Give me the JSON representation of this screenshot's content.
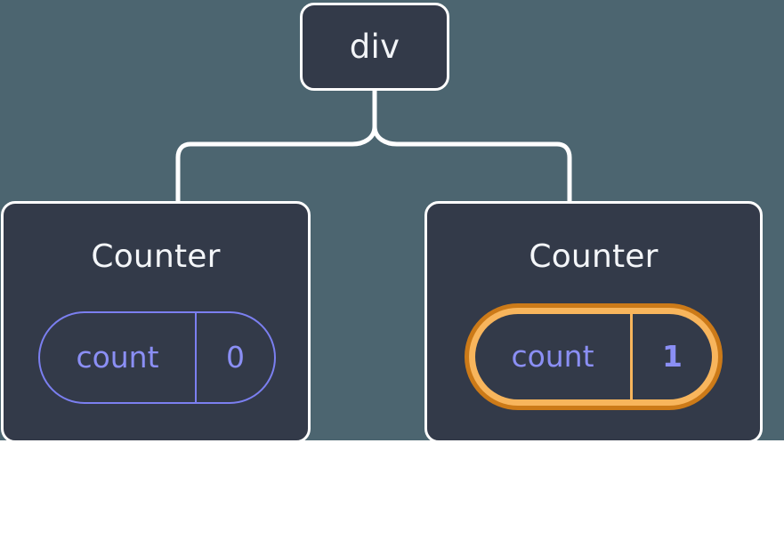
{
  "diagram": {
    "type": "component-tree",
    "background_color": "#4c6570",
    "node_fill_color": "#333a49",
    "node_border_color": "#ffffff",
    "connector_color": "#ffffff",
    "accent_color": "#8b8ff5",
    "highlight_outer_color": "#cc7a18",
    "highlight_inner_color": "#f8b55c",
    "root": {
      "label": "div"
    },
    "children": [
      {
        "title": "Counter",
        "state": {
          "key": "count",
          "value": "0"
        },
        "highlighted": false
      },
      {
        "title": "Counter",
        "state": {
          "key": "count",
          "value": "1"
        },
        "highlighted": true,
        "sparkles": [
          "sparkle-large",
          "sparkle-small"
        ]
      }
    ]
  }
}
